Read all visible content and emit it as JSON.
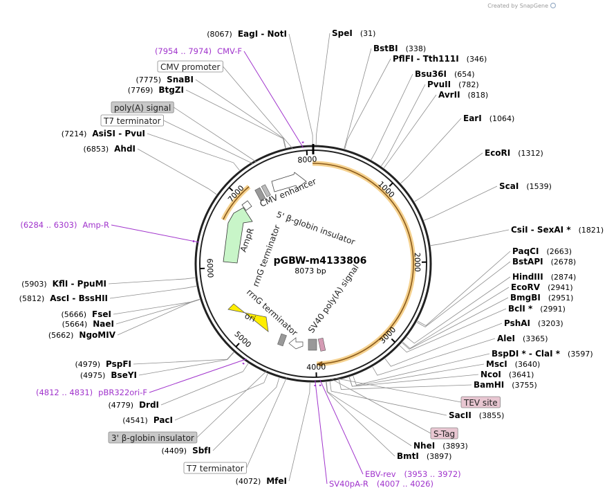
{
  "watermark": "Created by SnapGene",
  "plasmid": {
    "name": "pGBW-m4133806",
    "size_label": "8073 bp",
    "length": 8073
  },
  "ticks": [
    {
      "label": "1000",
      "pos": 1000
    },
    {
      "label": "2000",
      "pos": 2000
    },
    {
      "label": "3000",
      "pos": 3000
    },
    {
      "label": "4000",
      "pos": 4000
    },
    {
      "label": "5000",
      "pos": 5000
    },
    {
      "label": "6000",
      "pos": 6000
    },
    {
      "label": "7000",
      "pos": 7000
    },
    {
      "label": "8000",
      "pos": 8000
    }
  ],
  "sites": [
    {
      "name": "SpeI",
      "pos_text": "(31)",
      "pos": 31,
      "side": "right"
    },
    {
      "name": "BstBI",
      "pos_text": "(338)",
      "pos": 338,
      "side": "right"
    },
    {
      "name": "PflFI  - Tth111I",
      "pos_text": "(346)",
      "pos": 346,
      "side": "right"
    },
    {
      "name": "Bsu36I",
      "pos_text": "(654)",
      "pos": 654,
      "side": "right"
    },
    {
      "name": "PvuII",
      "pos_text": "(782)",
      "pos": 782,
      "side": "right"
    },
    {
      "name": "AvrII",
      "pos_text": "(818)",
      "pos": 818,
      "side": "right"
    },
    {
      "name": "EarI",
      "pos_text": "(1064)",
      "pos": 1064,
      "side": "right"
    },
    {
      "name": "EcoRI",
      "pos_text": "(1312)",
      "pos": 1312,
      "side": "right"
    },
    {
      "name": "ScaI",
      "pos_text": "(1539)",
      "pos": 1539,
      "side": "right"
    },
    {
      "name": "CsiI  - SexAI *",
      "pos_text": "(1821)",
      "pos": 1821,
      "side": "right"
    },
    {
      "name": "PaqCI",
      "pos_text": "(2663)",
      "pos": 2663,
      "side": "right"
    },
    {
      "name": "BstAPI",
      "pos_text": "(2678)",
      "pos": 2678,
      "side": "right"
    },
    {
      "name": "HindIII",
      "pos_text": "(2874)",
      "pos": 2874,
      "side": "right"
    },
    {
      "name": "EcoRV",
      "pos_text": "(2941)",
      "pos": 2941,
      "side": "right"
    },
    {
      "name": "BmgBI",
      "pos_text": "(2951)",
      "pos": 2951,
      "side": "right"
    },
    {
      "name": "BclI *",
      "pos_text": "(2991)",
      "pos": 2991,
      "side": "right"
    },
    {
      "name": "PshAI",
      "pos_text": "(3203)",
      "pos": 3203,
      "side": "right"
    },
    {
      "name": "AleI",
      "pos_text": "(3365)",
      "pos": 3365,
      "side": "right"
    },
    {
      "name": "BspDI *  - ClaI *",
      "pos_text": "(3597)",
      "pos": 3597,
      "side": "right"
    },
    {
      "name": "MscI",
      "pos_text": "(3640)",
      "pos": 3640,
      "side": "right"
    },
    {
      "name": "NcoI",
      "pos_text": "(3641)",
      "pos": 3641,
      "side": "right"
    },
    {
      "name": "BamHI",
      "pos_text": "(3755)",
      "pos": 3755,
      "side": "right"
    },
    {
      "name": "SacII",
      "pos_text": "(3855)",
      "pos": 3855,
      "side": "right"
    },
    {
      "name": "NheI",
      "pos_text": "(3893)",
      "pos": 3893,
      "side": "right"
    },
    {
      "name": "BmtI",
      "pos_text": "(3897)",
      "pos": 3897,
      "side": "right"
    },
    {
      "name": "EagI  - NotI",
      "pos_text": "(8067)",
      "pos": 8067,
      "side": "left"
    },
    {
      "name": "SnaBI",
      "pos_text": "(7775)",
      "pos": 7775,
      "side": "left"
    },
    {
      "name": "BtgZI",
      "pos_text": "(7769)",
      "pos": 7769,
      "side": "left"
    },
    {
      "name": "AsiSI  - PvuI",
      "pos_text": "(7214)",
      "pos": 7214,
      "side": "left"
    },
    {
      "name": "AhdI",
      "pos_text": "(6853)",
      "pos": 6853,
      "side": "left"
    },
    {
      "name": "KflI  - PpuMI",
      "pos_text": "(5903)",
      "pos": 5903,
      "side": "left"
    },
    {
      "name": "AscI  - BssHII",
      "pos_text": "(5812)",
      "pos": 5812,
      "side": "left"
    },
    {
      "name": "FseI",
      "pos_text": "(5666)",
      "pos": 5666,
      "side": "left"
    },
    {
      "name": "NaeI",
      "pos_text": "(5664)",
      "pos": 5664,
      "side": "left"
    },
    {
      "name": "NgoMIV",
      "pos_text": "(5662)",
      "pos": 5662,
      "side": "left"
    },
    {
      "name": "PspFI",
      "pos_text": "(4979)",
      "pos": 4979,
      "side": "left"
    },
    {
      "name": "BseYI",
      "pos_text": "(4975)",
      "pos": 4975,
      "side": "left"
    },
    {
      "name": "DrdI",
      "pos_text": "(4779)",
      "pos": 4779,
      "side": "left"
    },
    {
      "name": "PacI",
      "pos_text": "(4541)",
      "pos": 4541,
      "side": "left"
    },
    {
      "name": "SbfI",
      "pos_text": "(4409)",
      "pos": 4409,
      "side": "left"
    },
    {
      "name": "MfeI",
      "pos_text": "(4072)",
      "pos": 4072,
      "side": "left"
    }
  ],
  "primers": [
    {
      "range": "(7954 .. 7974)",
      "name": "CMV-F",
      "pos": 7964,
      "side": "left"
    },
    {
      "range": "(6284 .. 6303)",
      "name": "Amp-R",
      "pos": 6293,
      "side": "left"
    },
    {
      "range": "(4812 .. 4831)",
      "name": "pBR322ori-F",
      "pos": 4821,
      "side": "left"
    },
    {
      "name": "EBV-rev",
      "range": "(3953 .. 3972)",
      "pos": 3962,
      "side": "right"
    },
    {
      "name": "SV40pA-R",
      "range": "(4007 .. 4026)",
      "pos": 4016,
      "side": "right"
    }
  ],
  "boxed_features": [
    {
      "label": "CMV promoter",
      "pos": 7850,
      "shade": false
    },
    {
      "label": "poly(A) signal",
      "pos": 7420,
      "shade": true
    },
    {
      "label": "T7 terminator",
      "pos": 7380,
      "shade": false
    },
    {
      "label": "3' β-globin insulator",
      "pos": 4560,
      "shade": true
    },
    {
      "label": "T7 terminator",
      "pos": 4330,
      "shade": false
    },
    {
      "label": "TEV site",
      "pos": 3800,
      "shade": "pink"
    },
    {
      "label": "S-Tag",
      "pos": 3840,
      "shade": "pink"
    }
  ],
  "inner_labels": [
    {
      "label": "CMV enhancer"
    },
    {
      "label": "5' β-globin insulator"
    },
    {
      "label": "AmpR"
    },
    {
      "label": "rrnG terminator"
    },
    {
      "label": "rrnG terminator"
    },
    {
      "label": "ori"
    },
    {
      "label": "SV40 poly(A) signal"
    }
  ],
  "colors": {
    "backbone": "#222222",
    "orf": "#f3c97a",
    "ampr": "#c8f5c8",
    "ori": "#ffee00",
    "primer": "#a033cc",
    "feature_gray": "#999999",
    "polyA_pink": "#d49bb4"
  }
}
